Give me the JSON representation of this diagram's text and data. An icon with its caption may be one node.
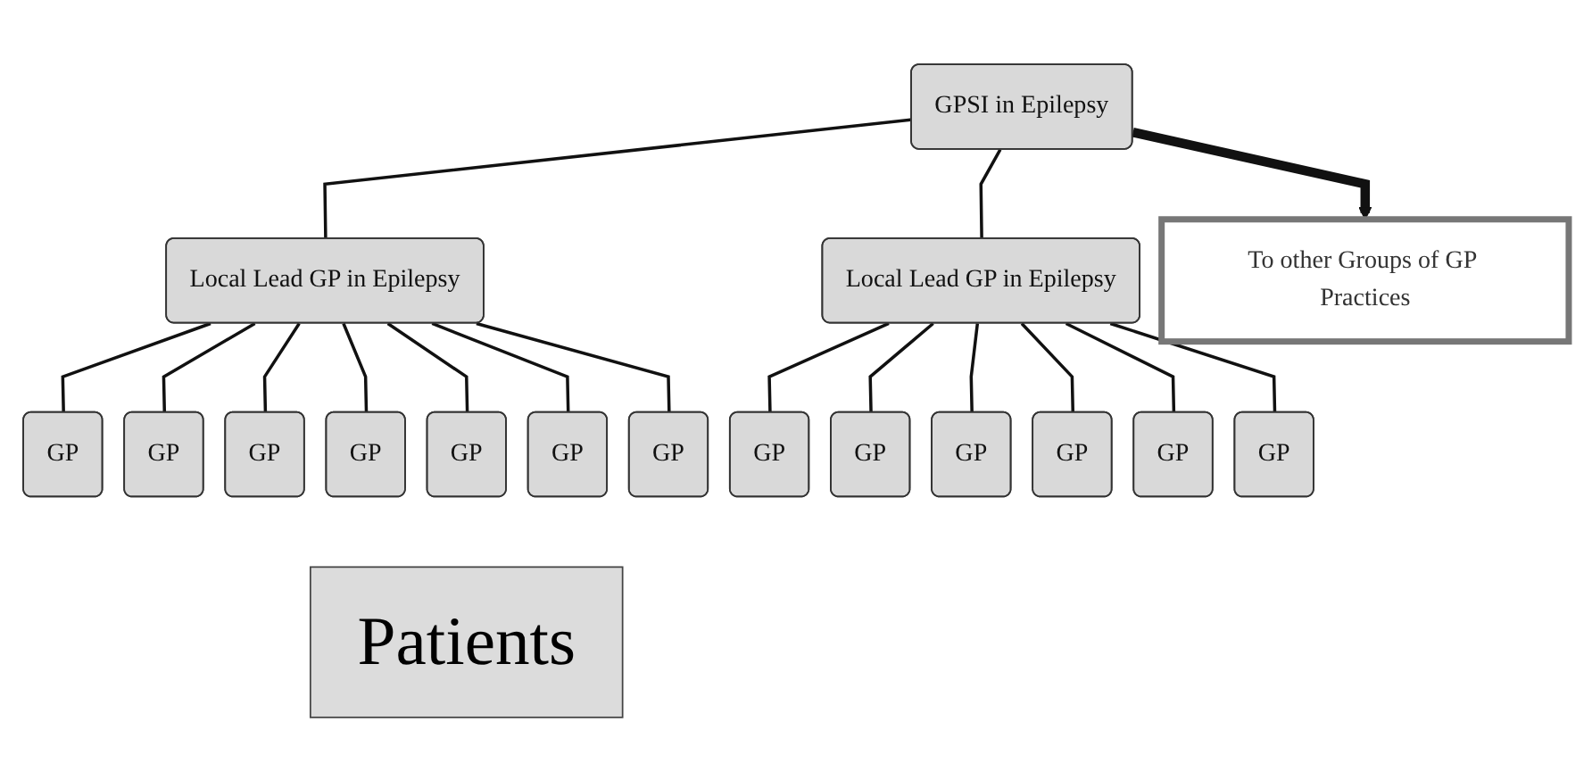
{
  "diagram": {
    "nodes": [
      {
        "text": [
          "GPSI in Epilepsy"
        ]
      },
      {
        "text": [
          "To other Groups of GP Practices"
        ]
      },
      {
        "text": [
          "Local Lead GP in Epilepsy"
        ]
      },
      {
        "text": [
          "Local Lead GP in Epilepsy"
        ]
      },
      {
        "text": [
          "GP"
        ]
      },
      {
        "text": [
          "GP"
        ]
      },
      {
        "text": [
          "GP"
        ]
      },
      {
        "text": [
          "GP"
        ]
      },
      {
        "text": [
          "GP"
        ]
      },
      {
        "text": [
          "GP"
        ]
      },
      {
        "text": [
          "GP"
        ]
      },
      {
        "text": [
          "GP"
        ]
      },
      {
        "text": [
          "GP"
        ]
      },
      {
        "text": [
          "GP"
        ]
      },
      {
        "text": [
          "GP"
        ]
      },
      {
        "text": [
          "GP"
        ]
      },
      {
        "text": [
          "GP"
        ]
      },
      {
        "text": [
          "Patients"
        ]
      }
    ],
    "edges": [
      {
        "from": 0,
        "to": 1,
        "arrow": "to",
        "style": "thick"
      },
      {
        "from": 0,
        "to": 2,
        "arrow": "none"
      },
      {
        "from": 0,
        "to": 3,
        "arrow": "none"
      },
      {
        "from": 2,
        "to": 4,
        "arrow": "none"
      },
      {
        "from": 2,
        "to": 5,
        "arrow": "none"
      },
      {
        "from": 2,
        "to": 6,
        "arrow": "none"
      },
      {
        "from": 2,
        "to": 7,
        "arrow": "none"
      },
      {
        "from": 2,
        "to": 8,
        "arrow": "none"
      },
      {
        "from": 2,
        "to": 9,
        "arrow": "none"
      },
      {
        "from": 2,
        "to": 10,
        "arrow": "none"
      },
      {
        "from": 3,
        "to": 11,
        "arrow": "none"
      },
      {
        "from": 3,
        "to": 12,
        "arrow": "none"
      },
      {
        "from": 3,
        "to": 13,
        "arrow": "none"
      },
      {
        "from": 3,
        "to": 14,
        "arrow": "none"
      },
      {
        "from": 3,
        "to": 15,
        "arrow": "none"
      },
      {
        "from": 3,
        "to": 16,
        "arrow": "none"
      }
    ]
  }
}
